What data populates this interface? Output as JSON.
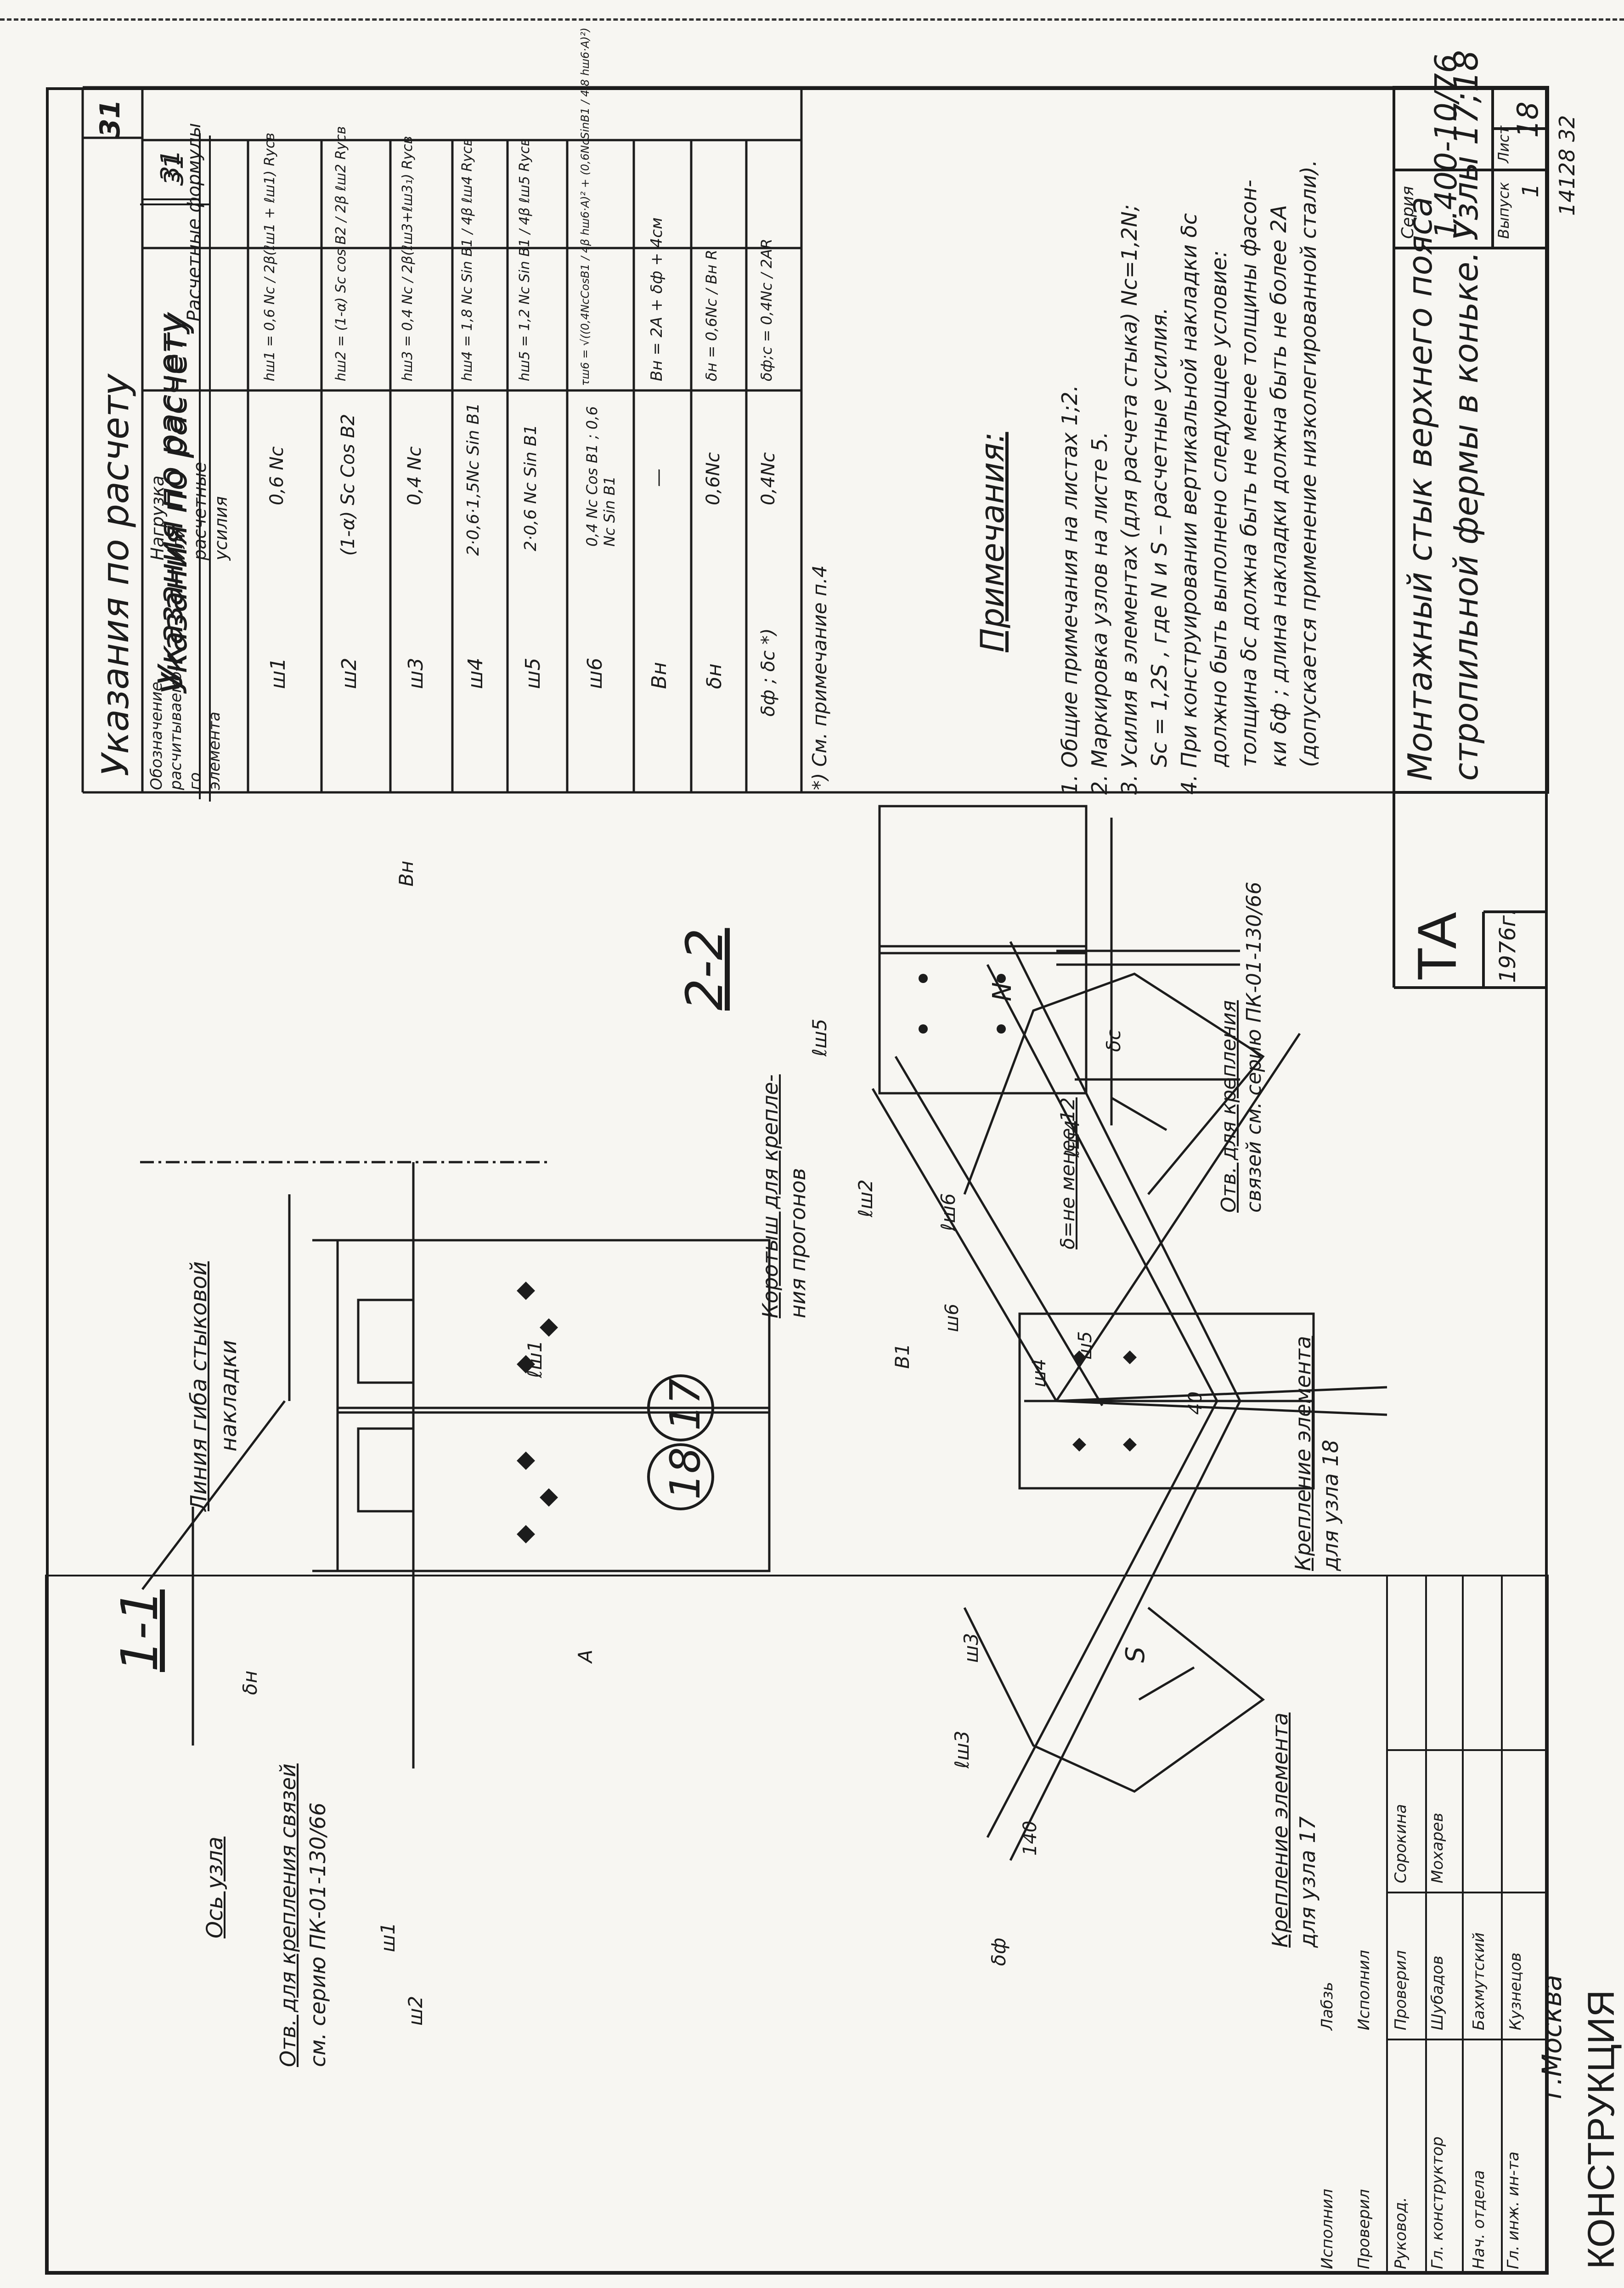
{
  "table": {
    "title": "Указания  по  расчету",
    "page_number": "31",
    "headers": [
      "Обозначение расчитываемо-го элемента",
      "Нагрузка или расчетные усилия",
      "Расчетные формулы"
    ],
    "rows": [
      {
        "element": "ш1",
        "load": "0,6 Nc",
        "formula": "hш1 = 0,6 Nc / 2β(ℓш1 + ℓш1) Rуcв"
      },
      {
        "element": "ш2",
        "load": "(1-α) Sc Cos B2",
        "formula": "hш2 = (1-α) Sc cos B2 / 2β ℓш2 Rуcв"
      },
      {
        "element": "ш3",
        "load": "0,4 Nc",
        "formula": "hш3 = 0,4 Nc / 2β(ℓш3+ℓш3₁) Rуcв"
      },
      {
        "element": "ш4",
        "load": "2·0,6·1,5Nc Sin B1",
        "formula": "hш4 = 1,8 Nc Sin B1 / 4β ℓш4 Rуcв"
      },
      {
        "element": "ш5",
        "load": "2·0,6 Nc Sin B1",
        "formula": "hш5 = 1,2 Nc Sin B1 / 4β ℓш5 Rуcв"
      },
      {
        "element": "ш6",
        "load": "0,4 Nc Cos B1 ; 0,6 Nc Sin B1",
        "formula": "τш6 = √((0,4NcCosB1 / 4β hш6·A)² + (0,6NcSinB1 / 4,8 hш6·A)²)"
      },
      {
        "element": "Bн",
        "load": "—",
        "formula": "Bн = 2A + δф + 4см"
      },
      {
        "element": "δн",
        "load": "0,6Nc",
        "formula": "δн = 0,6Nc / Bн R"
      },
      {
        "element": "δф ; δс *)",
        "load": "0,4Nc",
        "formula": "δф;с = 0,4Nc / 2AR"
      }
    ],
    "footnote": "*) См. примечание п.4"
  },
  "notes": {
    "title": "Примечания:",
    "items": [
      "1. Общие примечания на листах 1;2.",
      "2. Маркировка узлов на листе 5.",
      "3. Усилия в элементах (для расчета стыка) Nc=1,2N;",
      "Sc = 1,2S , где N и S – расчетные усилия.",
      "4. При конструировании вертикальной накладки δс",
      "должно быть выполнено следующее условие:",
      "толщина δс должна быть не менее толщины фасон-",
      "ки δф ; длина накладки должна быть не более 2A",
      "(допускается применение низколегированной стали)."
    ]
  },
  "drawing": {
    "section_1": "1-1",
    "section_2": "2-2",
    "node_17": "17",
    "node_18": "18",
    "labels": {
      "line_bend": "Линия гиба стыковой",
      "line_bend2": "накладки",
      "axis": "Ось узла",
      "holes_ties": "Отв. для крепления связей",
      "holes_series": "см. серию ПК-01-130/66",
      "purlin_clip": "Коротыш для крепле-",
      "purlin_clip2": "ния прогонов",
      "holes_ties2": "Отв. для крепления",
      "holes_series2": "связей см. серию ПК-01-130/66",
      "delta_min": "δ=не менее 12",
      "fix_17": "Крепление элемента",
      "fix_17b": "для узла 17",
      "fix_18": "Крепление элемента",
      "fix_18b": "для узла 18",
      "dim_40": "40",
      "dim_140": "140"
    },
    "welds": [
      "ш1",
      "ш2",
      "ш3",
      "ш4",
      "ш5",
      "ш6",
      "ℓш1",
      "ℓш2",
      "ℓш3",
      "ℓш4",
      "ℓш5",
      "ℓш6",
      "Bн",
      "A",
      "δн",
      "δс",
      "δф",
      "B1",
      "N",
      "S"
    ]
  },
  "title_block": {
    "org": "ТА",
    "year": "1976г.",
    "title_line1": "Монтажный стык верхнего пояса",
    "title_line2": "стропильной фермы в коньке. Узлы 17;18",
    "series_label": "Серия",
    "series": "1.400-10/76",
    "issue_label": "Выпуск",
    "issue": "1",
    "sheet_label": "Лист",
    "sheet": "18",
    "archive": "14128 32"
  },
  "left_stamp": {
    "city": "г.Москва",
    "org": "КОНСТРУКЦИЯ",
    "roles": [
      "Гл. инж. ин-та",
      "Нач. отдела",
      "Гл. конструктор",
      "Руковод.",
      "Проверил",
      "Исполнил"
    ],
    "names": [
      "Кузнецов",
      "Бахмутский",
      "Шубадов",
      "Проверил",
      "Исполнил",
      "Лабзь"
    ],
    "row2": [
      "Сорокина",
      "Мохарев"
    ]
  }
}
